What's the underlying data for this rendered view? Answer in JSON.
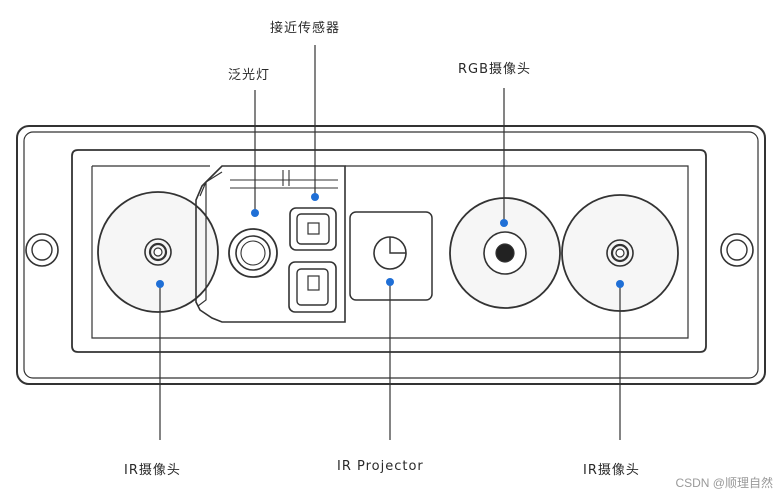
{
  "labels": {
    "proximity_sensor": "接近传感器",
    "flood_light": "泛光灯",
    "rgb_camera": "RGB摄像头",
    "ir_camera_left": "IR摄像头",
    "ir_projector": "IR Projector",
    "ir_camera_right": "IR摄像头"
  },
  "watermark": "CSDN @顺理自然",
  "colors": {
    "outline": "#333333",
    "callout": "#1f6fd6",
    "lens_fill": "#f5f5f5"
  }
}
